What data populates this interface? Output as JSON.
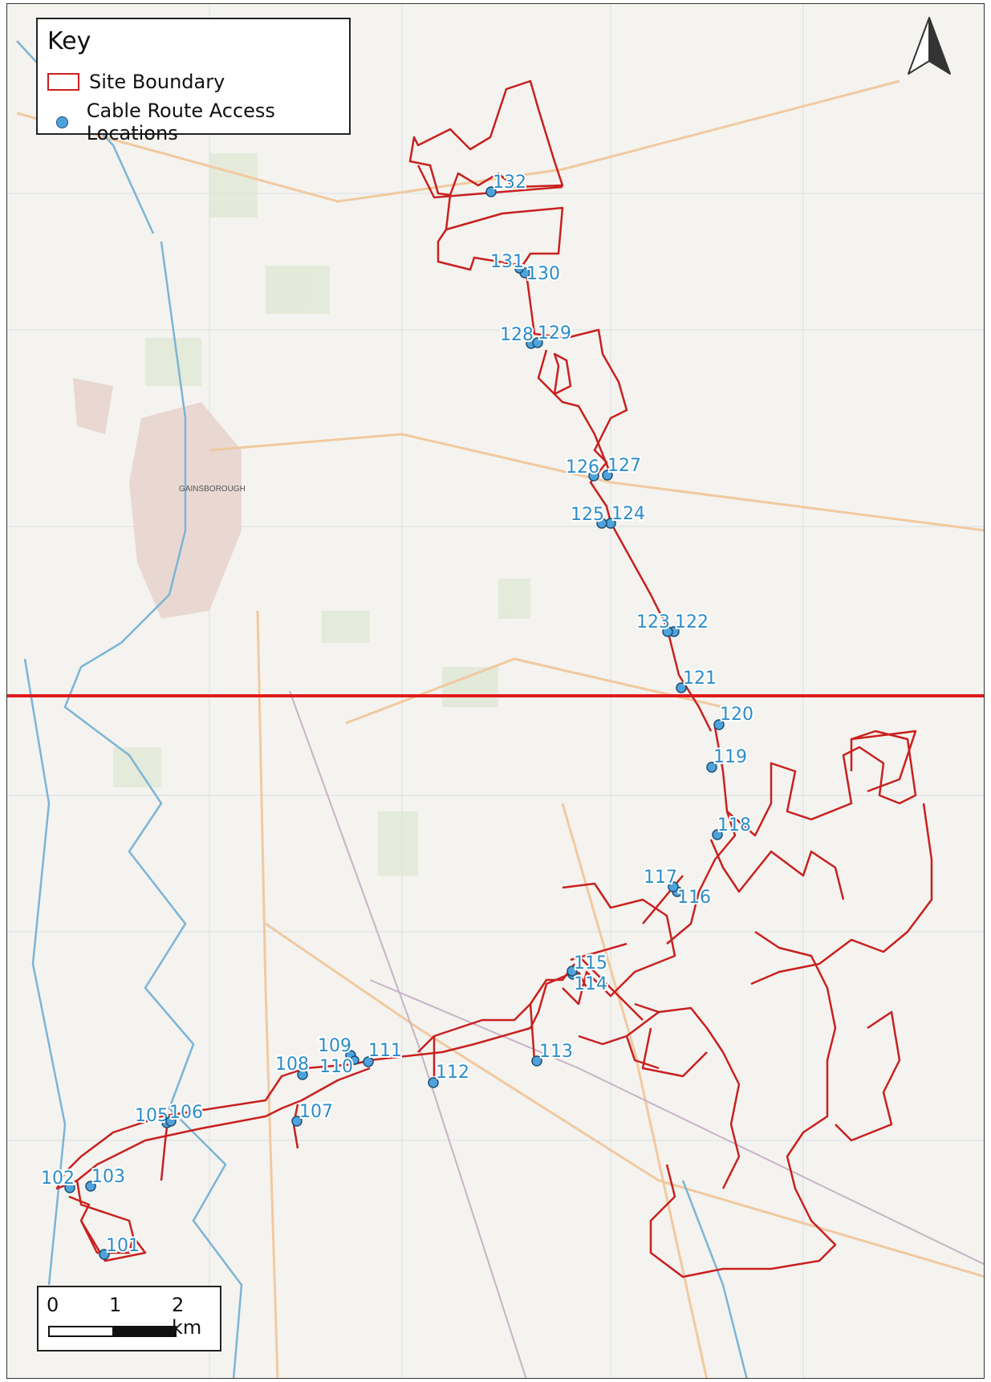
{
  "key": {
    "title": "Key",
    "items": [
      {
        "label": "Site Boundary",
        "symbol": "red-outline-rectangle",
        "color": "#c8201f"
      },
      {
        "label": "Cable Route Access Locations",
        "symbol": "blue-dot",
        "color": "#4fa3dc"
      }
    ]
  },
  "map": {
    "place_label": "GAINSBOROUGH",
    "north_arrow": "north-arrow-icon",
    "colors": {
      "boundary": "#c8201f",
      "access_point": "#4fa3dc",
      "sheet_divider": "#e01b1b",
      "water": "#7cb4d6",
      "roads": "#f1c9a0"
    },
    "access_locations": [
      "101",
      "102",
      "103",
      "105",
      "106",
      "107",
      "108",
      "109",
      "110",
      "111",
      "112",
      "113",
      "114",
      "115",
      "116",
      "117",
      "118",
      "119",
      "120",
      "121",
      "122",
      "123",
      "124",
      "125",
      "126",
      "127",
      "128",
      "129",
      "130",
      "131",
      "132"
    ]
  },
  "scale_bar": {
    "labels": [
      "0",
      "1",
      "2 km"
    ]
  }
}
